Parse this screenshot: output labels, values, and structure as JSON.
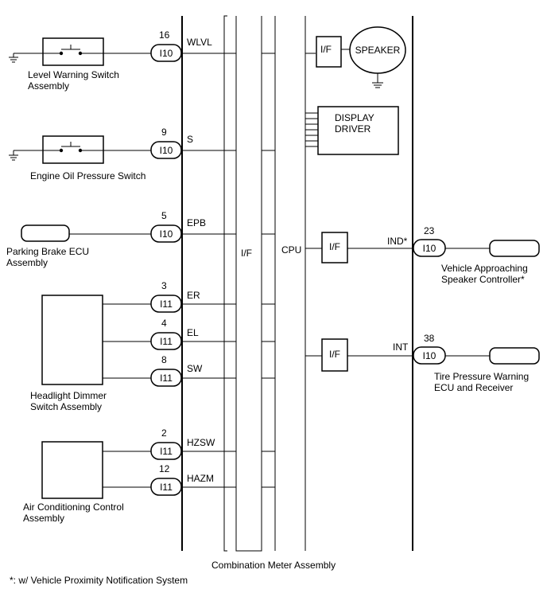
{
  "components": {
    "level_warning_switch": [
      "Level Warning Switch",
      "Assembly"
    ],
    "engine_oil_pressure_switch": [
      "Engine Oil Pressure Switch"
    ],
    "parking_brake_ecu": [
      "Parking Brake ECU",
      "Assembly"
    ],
    "headlight_dimmer_switch": [
      "Headlight Dimmer",
      "Switch Assembly"
    ],
    "air_conditioning_control": [
      "Air Conditioning Control",
      "Assembly"
    ],
    "vehicle_approaching_speaker": [
      "Vehicle Approaching",
      "Speaker Controller*"
    ],
    "tire_pressure_warning_ecu": [
      "Tire Pressure Warning",
      "ECU and Receiver"
    ]
  },
  "connectors": [
    {
      "id": "wlvl",
      "pin": "16",
      "connector": "I10",
      "signal": "WLVL"
    },
    {
      "id": "s",
      "pin": "9",
      "connector": "I10",
      "signal": "S"
    },
    {
      "id": "epb",
      "pin": "5",
      "connector": "I10",
      "signal": "EPB"
    },
    {
      "id": "er",
      "pin": "3",
      "connector": "I11",
      "signal": "ER"
    },
    {
      "id": "el",
      "pin": "4",
      "connector": "I11",
      "signal": "EL"
    },
    {
      "id": "sw",
      "pin": "8",
      "connector": "I11",
      "signal": "SW"
    },
    {
      "id": "hzsw",
      "pin": "2",
      "connector": "I11",
      "signal": "HZSW"
    },
    {
      "id": "hazm",
      "pin": "12",
      "connector": "I11",
      "signal": "HAZM"
    },
    {
      "id": "ind",
      "pin": "23",
      "connector": "I10",
      "signal": "IND*"
    },
    {
      "id": "int",
      "pin": "38",
      "connector": "I10",
      "signal": "INT"
    }
  ],
  "meter": {
    "if_label": "I/F",
    "cpu_label": "CPU",
    "speaker_if": "I/F",
    "speaker": "SPEAKER",
    "display_driver": [
      "DISPLAY",
      "DRIVER"
    ],
    "ind_if": "I/F",
    "int_if": "I/F",
    "assembly_label": "Combination Meter Assembly"
  },
  "footnote": "*: w/ Vehicle Proximity Notification System"
}
